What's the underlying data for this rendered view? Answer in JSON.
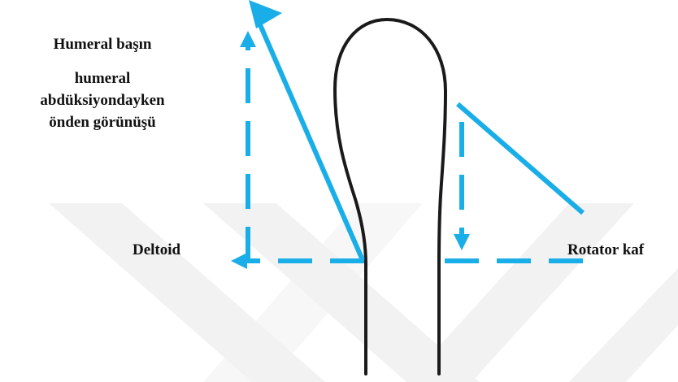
{
  "title_lines": [
    "Humeral başın",
    "humeral",
    "abdüksiyondayken",
    "önden görünüşü"
  ],
  "labels": {
    "deltoid": "Deltoid",
    "rotator_cuff": "Rotator kaf"
  },
  "colors": {
    "arrow": "#1aaee8",
    "bone_outline": "#1a1a1a",
    "watermark": "#f2f2f2",
    "text": "#111111"
  }
}
